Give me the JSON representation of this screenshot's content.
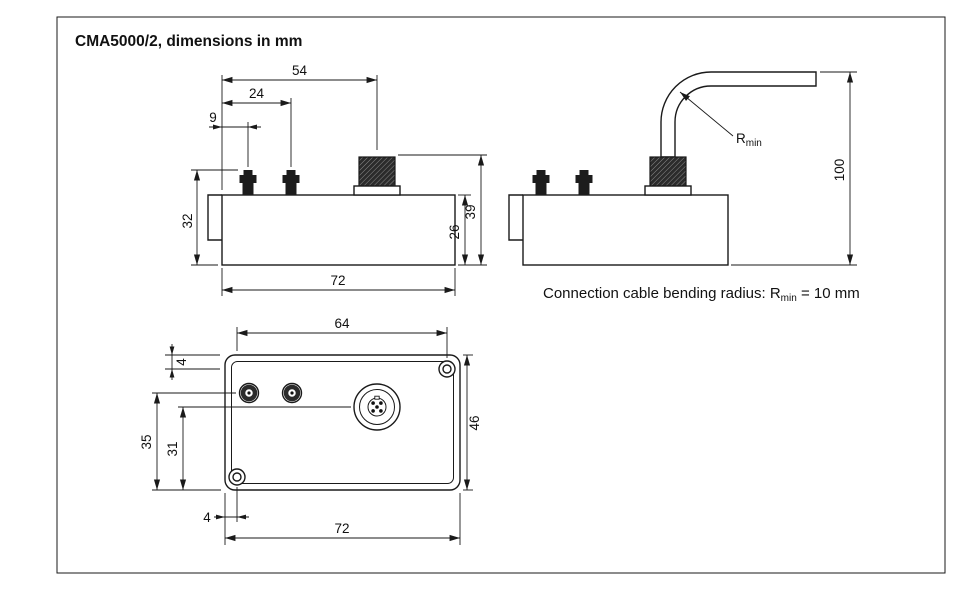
{
  "title": "CMA5000/2, dimensions in mm",
  "note": {
    "prefix": "Connection cable bending radius: R",
    "sub": "min",
    "suffix": " = 10 mm"
  },
  "cable": {
    "radius_prefix": "R",
    "radius_sub": "min"
  },
  "dims": {
    "front": {
      "w9": "9",
      "w24": "24",
      "w54": "54",
      "w72": "72",
      "h32": "32",
      "h26": "26",
      "h39": "39"
    },
    "side": {
      "h100": "100"
    },
    "top": {
      "w64": "64",
      "w72": "72",
      "left4": "4",
      "bottom4": "4",
      "h35": "35",
      "h31": "31",
      "h46": "46"
    }
  }
}
